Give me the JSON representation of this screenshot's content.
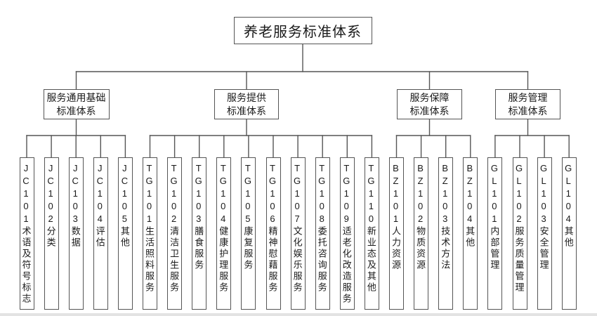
{
  "diagram": {
    "title": "养老服务标准体系",
    "colors": {
      "line": "#555555",
      "box_border": "#555555",
      "text": "#1a1a1a",
      "background": "#ffffff",
      "bottom_edge": "#e3e3e3"
    },
    "branches": [
      {
        "label_lines": [
          "服务通用基础",
          "标准体系"
        ],
        "children": [
          {
            "code": "JC101",
            "label": "术语及符号标志"
          },
          {
            "code": "JC102",
            "label": "分类"
          },
          {
            "code": "JC103",
            "label": "数据"
          },
          {
            "code": "JC104",
            "label": "评估"
          },
          {
            "code": "JC105",
            "label": "其他"
          }
        ]
      },
      {
        "label_lines": [
          "服务提供",
          "标准体系"
        ],
        "children": [
          {
            "code": "TG101",
            "label": "生活照料服务"
          },
          {
            "code": "TG102",
            "label": "清洁卫生服务"
          },
          {
            "code": "TG103",
            "label": "膳食服务"
          },
          {
            "code": "TG104",
            "label": "健康护理服务"
          },
          {
            "code": "TG105",
            "label": "康复服务"
          },
          {
            "code": "TG106",
            "label": "精神慰藉服务"
          },
          {
            "code": "TG107",
            "label": "文化娱乐服务"
          },
          {
            "code": "TG108",
            "label": "委托咨询服务"
          },
          {
            "code": "TG109",
            "label": "适老化改造服务"
          },
          {
            "code": "TG110",
            "label": "新业态及其他"
          }
        ]
      },
      {
        "label_lines": [
          "服务保障",
          "标准体系"
        ],
        "children": [
          {
            "code": "BZ101",
            "label": "人力资源"
          },
          {
            "code": "BZ102",
            "label": "物质资源"
          },
          {
            "code": "BZ103",
            "label": "技术方法"
          },
          {
            "code": "BZ104",
            "label": "其他"
          }
        ]
      },
      {
        "label_lines": [
          "服务管理",
          "标准体系"
        ],
        "children": [
          {
            "code": "GL101",
            "label": "内部管理"
          },
          {
            "code": "GL102",
            "label": "服务质量管理"
          },
          {
            "code": "GL103",
            "label": "安全管理"
          },
          {
            "code": "GL104",
            "label": "其他"
          }
        ]
      }
    ]
  }
}
